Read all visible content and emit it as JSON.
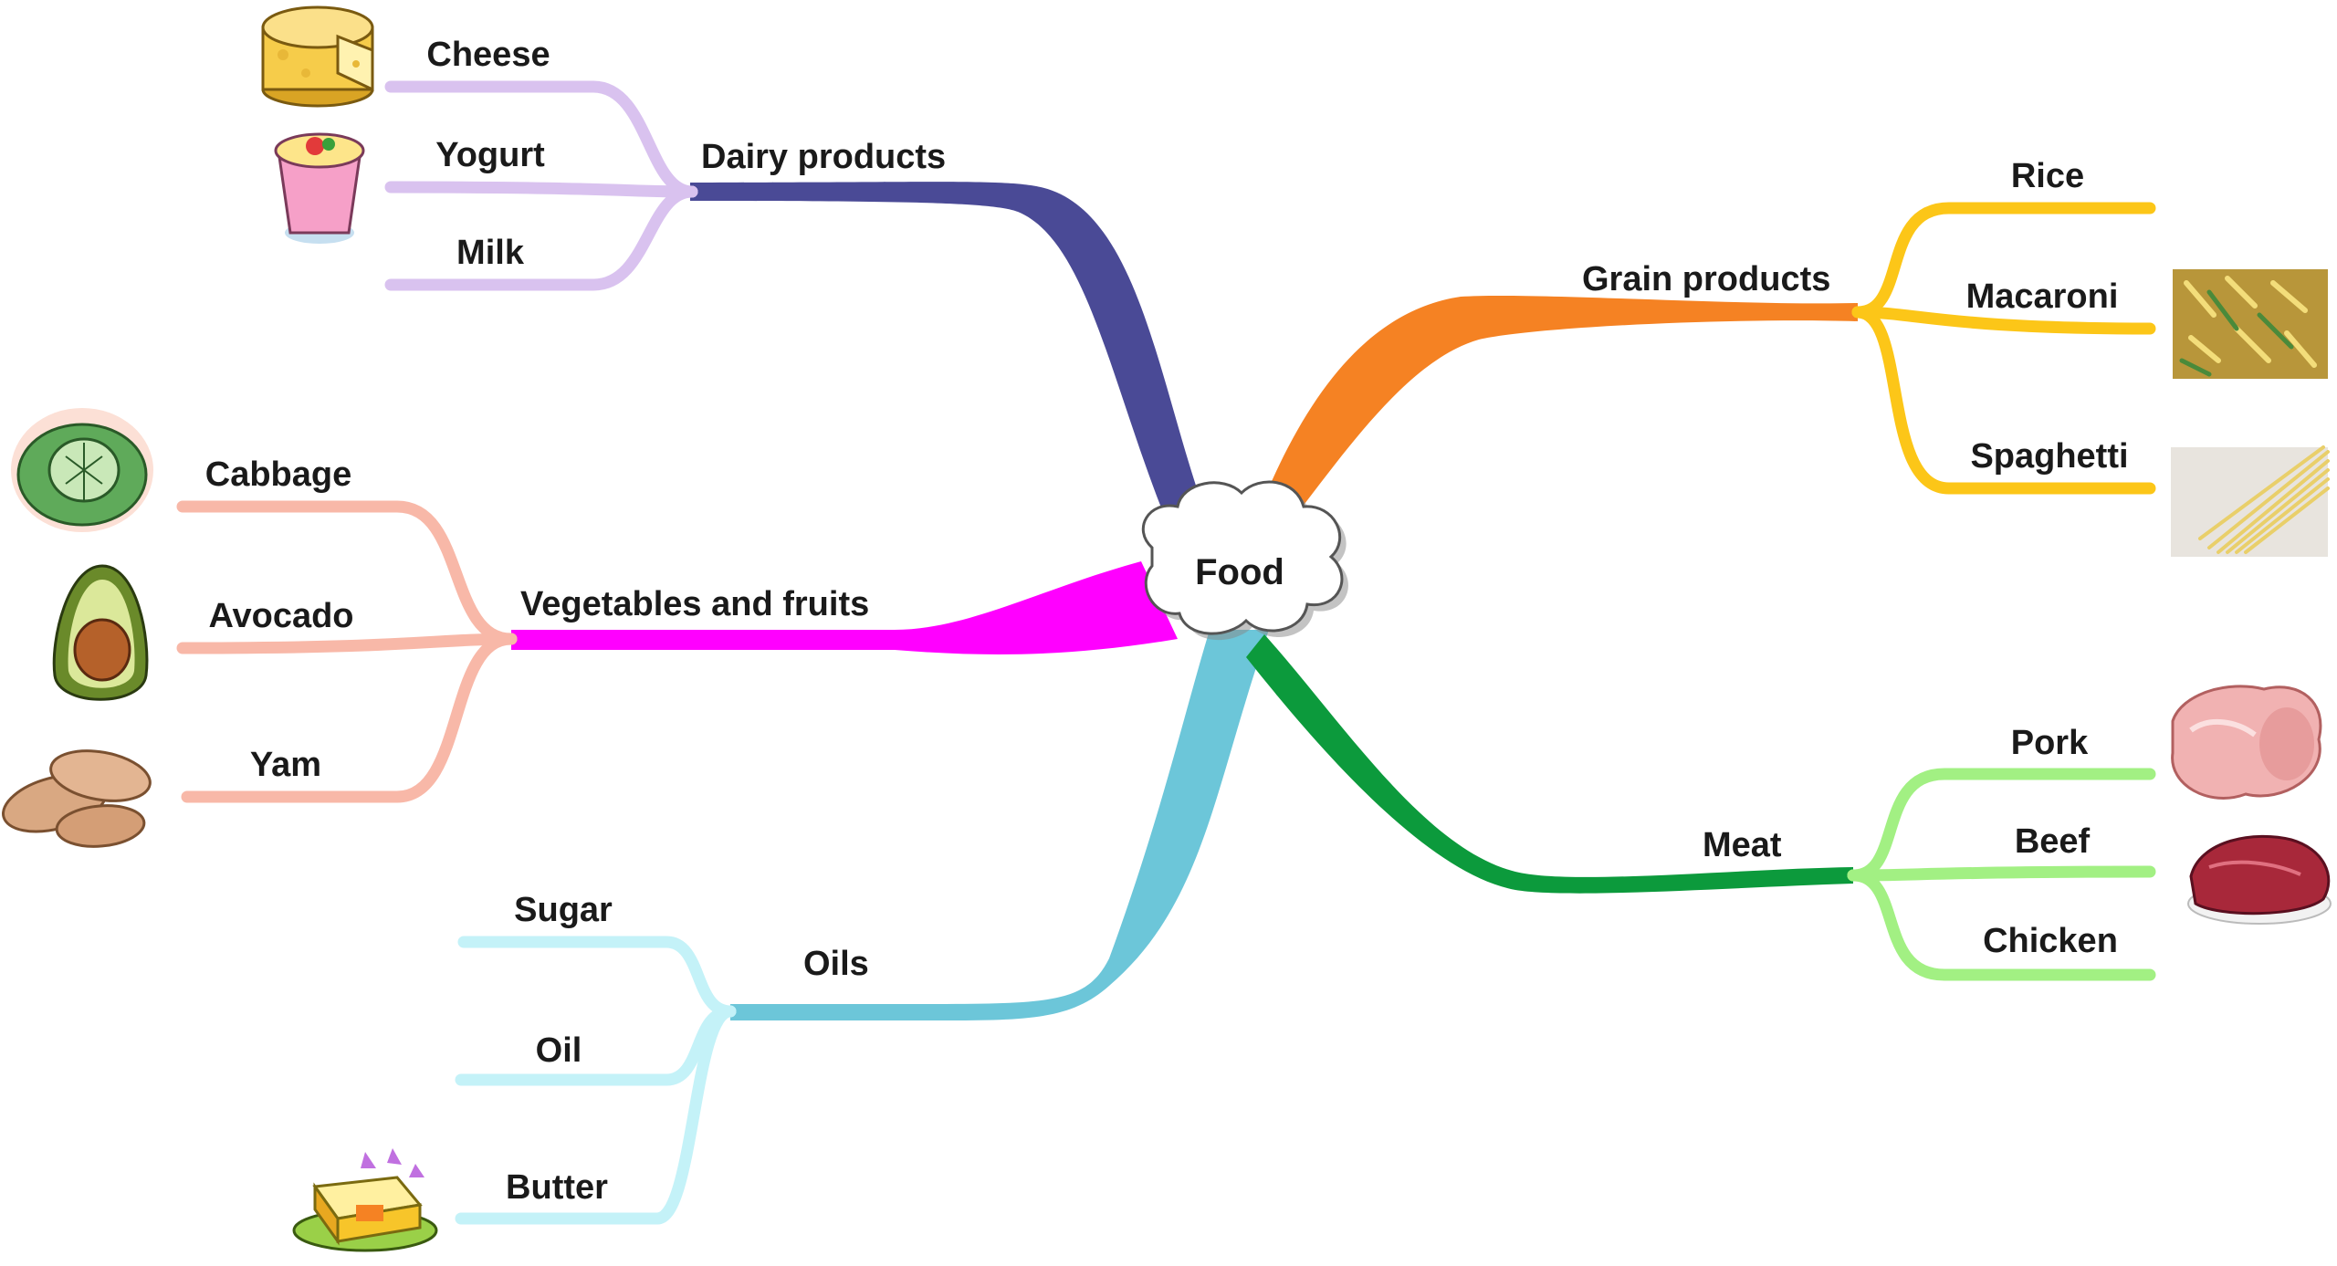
{
  "center": {
    "label": "Food"
  },
  "colors": {
    "dairy": "#4a4a96",
    "dairy_sub": "#d9c2ef",
    "veg": "#ff00ff",
    "veg_sub": "#f8b8a8",
    "oils": "#6cc6d9",
    "oils_sub": "#c4f2f8",
    "grain": "#f58223",
    "grain_sub": "#fcc618",
    "meat": "#0c9a3c",
    "meat_sub": "#a2f083"
  },
  "branches": {
    "dairy": {
      "label": "Dairy products",
      "items": [
        "Cheese",
        "Yogurt",
        "Milk"
      ]
    },
    "veg": {
      "label": "Vegetables and fruits",
      "items": [
        "Cabbage",
        "Avocado",
        "Yam"
      ]
    },
    "oils": {
      "label": "Oils",
      "items": [
        "Sugar",
        "Oil",
        "Butter"
      ]
    },
    "grain": {
      "label": "Grain products",
      "items": [
        "Rice",
        "Macaroni",
        "Spaghetti"
      ]
    },
    "meat": {
      "label": "Meat",
      "items": [
        "Pork",
        "Beef",
        "Chicken"
      ]
    }
  },
  "icons": {
    "cheese": "cheese-icon",
    "yogurt": "yogurt-icon",
    "cabbage": "cabbage-icon",
    "avocado": "avocado-icon",
    "yam": "yam-icon",
    "butter": "butter-icon",
    "macaroni": "macaroni-icon",
    "spaghetti": "spaghetti-icon",
    "pork": "pork-icon",
    "beef": "beef-icon"
  }
}
